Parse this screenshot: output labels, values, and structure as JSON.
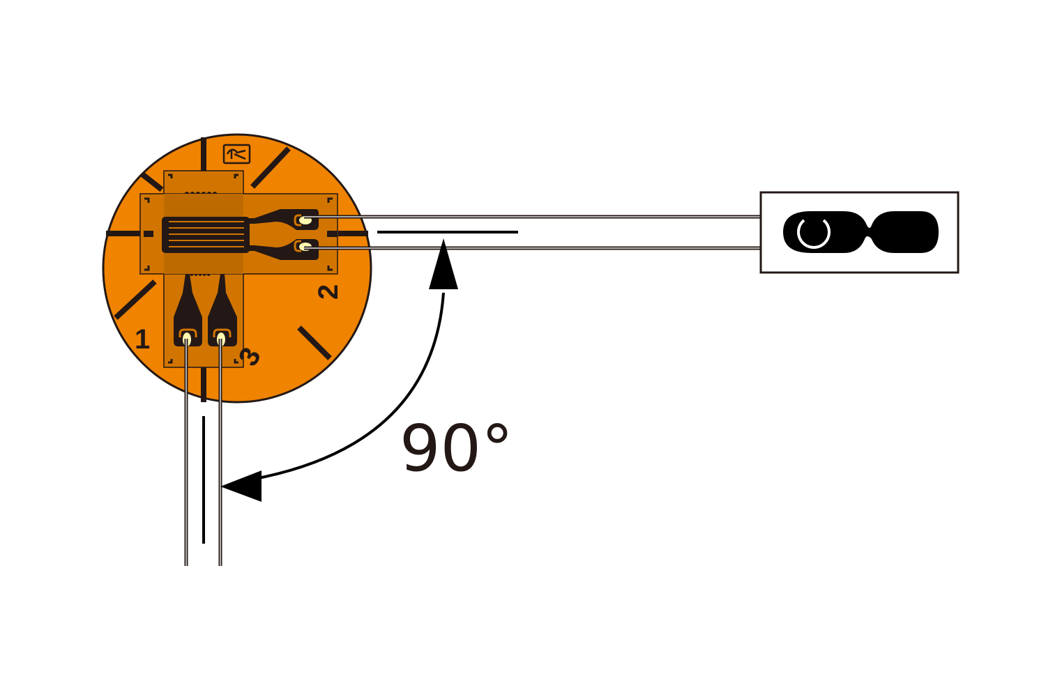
{
  "diagram": {
    "title": "Strain gauge rosette with 90 degree lead wire bend",
    "angle_label": "90°",
    "grid_labels": [
      "1",
      "2",
      "3"
    ],
    "logo_icon": "pliers-icon",
    "colors": {
      "carrier": "#f08300",
      "grid_backing": "#d27500",
      "grid_overlap": "#bd6a00",
      "foil": "#231815",
      "solder_pad_highlight": "#fff7b0",
      "outline": "#231815",
      "background": "#ffffff"
    },
    "components": {
      "rosette": "circular carrier",
      "horizontal_gauge": "gauge 2 (horizontal grid)",
      "vertical_gauge": "gauge 1/3 (vertical tabs)",
      "terminal": "bondable terminal pad"
    }
  }
}
